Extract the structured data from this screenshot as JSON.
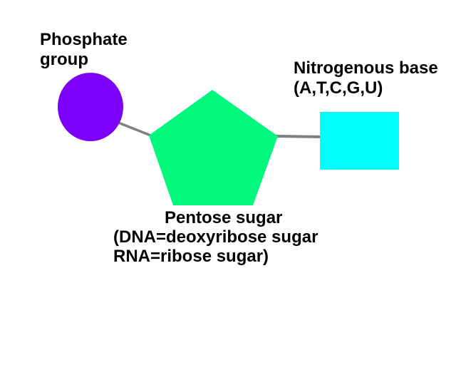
{
  "diagram": {
    "background_color": "#ffffff",
    "text_color": "#000000",
    "labels": {
      "phosphate": {
        "line1": "Phosphate",
        "line2": "group"
      },
      "nitrogenous": {
        "line1": "Nitrogenous base",
        "line2": "(A,T,C,G,U)"
      },
      "pentose": {
        "line1": "Pentose sugar",
        "line2": "(DNA=deoxyribose sugar",
        "line3": "RNA=ribose sugar)"
      }
    },
    "shapes": {
      "phosphate_circle_color": "#7d00fa",
      "pentose_pentagon_color": "#00f87c",
      "base_rect_color": "#00ffff",
      "connector_color": "#808080"
    }
  }
}
